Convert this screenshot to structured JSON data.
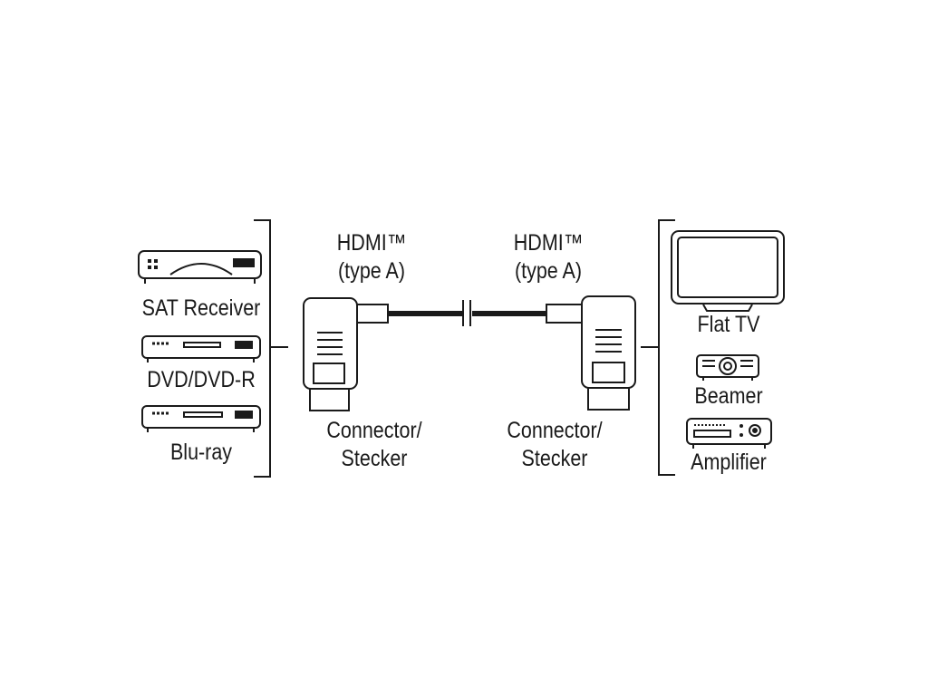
{
  "sources": {
    "sat_receiver": "SAT Receiver",
    "dvd": "DVD/DVD-R",
    "bluray": "Blu-ray"
  },
  "connector_left": {
    "type_line1": "HDMI™",
    "type_line2": "(type A)",
    "caption_line1": "Connector/",
    "caption_line2": "Stecker"
  },
  "connector_right": {
    "type_line1": "HDMI™",
    "type_line2": "(type A)",
    "caption_line1": "Connector/",
    "caption_line2": "Stecker"
  },
  "sinks": {
    "flat_tv": "Flat TV",
    "beamer": "Beamer",
    "amplifier": "Amplifier"
  }
}
